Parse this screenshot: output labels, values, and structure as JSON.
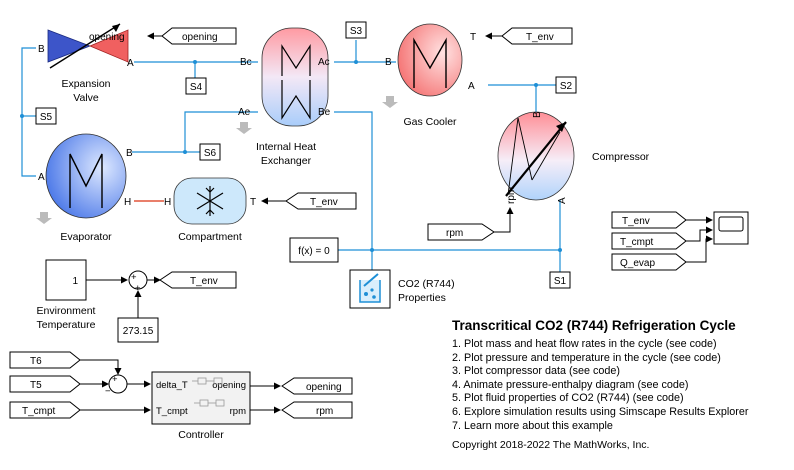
{
  "blocks": {
    "expansion_valve": {
      "label_line1": "Expansion",
      "label_line2": "Valve",
      "port_b": "B",
      "port_a": "A",
      "opening": "opening"
    },
    "internal_hx": {
      "label_line1": "Internal Heat",
      "label_line2": "Exchanger",
      "port_bc": "Bc",
      "port_ac": "Ac",
      "port_ae": "Ae",
      "port_be": "Be"
    },
    "gas_cooler": {
      "label": "Gas Cooler",
      "port_b": "B",
      "port_a": "A",
      "port_t": "T"
    },
    "compressor": {
      "label": "Compressor",
      "port_b": "B",
      "port_a": "A",
      "port_rpm": "rpm"
    },
    "evaporator": {
      "label": "Evaporator",
      "port_b": "B",
      "port_a": "A",
      "port_h": "H"
    },
    "compartment": {
      "label": "Compartment",
      "port_h": "H",
      "port_t": "T"
    },
    "fx": {
      "label": "f(x) = 0"
    },
    "co2_props": {
      "label_line1": "CO2 (R744)",
      "label_line2": "Properties"
    },
    "env_temp": {
      "value": "1",
      "label_line1": "Environment",
      "label_line2": "Temperature"
    },
    "const_27315": {
      "value": "273.15"
    },
    "controller": {
      "label": "Controller",
      "in1": "delta_T",
      "in2": "T_cmpt",
      "out1": "opening",
      "out2": "rpm"
    }
  },
  "sensors": [
    "S3",
    "S4",
    "S5",
    "S6",
    "S2",
    "S1"
  ],
  "tags": {
    "opening_goto": "opening",
    "t_env_gascooler": "T_env",
    "t_env_compartment": "T_env",
    "rpm_from": "rpm",
    "t_env_goto": "T_env",
    "scope_in1": "T_env",
    "scope_in2": "T_cmpt",
    "scope_in3": "Q_evap",
    "ctrl_t6": "T6",
    "ctrl_t5": "T5",
    "ctrl_tcmpt": "T_cmpt",
    "ctrl_opening_out": "opening",
    "ctrl_rpm_out": "rpm"
  },
  "sum_signs": {
    "env": "+",
    "env2": "+",
    "ctrl1": "+",
    "ctrl2": "−"
  },
  "info": {
    "title": "Transcritical CO2 (R744) Refrigeration Cycle",
    "links": [
      "1. Plot mass and heat flow rates in the cycle (see code)",
      "2. Plot pressure and temperature in the cycle (see code)",
      "3. Plot compressor data (see code)",
      "4. Animate pressure-enthalpy diagram (see code)",
      "5. Plot fluid properties of CO2 (R744) (see code)",
      "6. Explore simulation results using Simscape Results Explorer",
      "7. Learn more about this example"
    ],
    "copyright": "Copyright 2018-2022 The MathWorks, Inc."
  },
  "colors": {
    "wire": "#1e8fd6",
    "thermal": "#e2553a",
    "hot": "#f25a5a",
    "cold": "#3b6fe0",
    "valve_blue": "#3d55c9",
    "valve_red": "#f06060"
  }
}
